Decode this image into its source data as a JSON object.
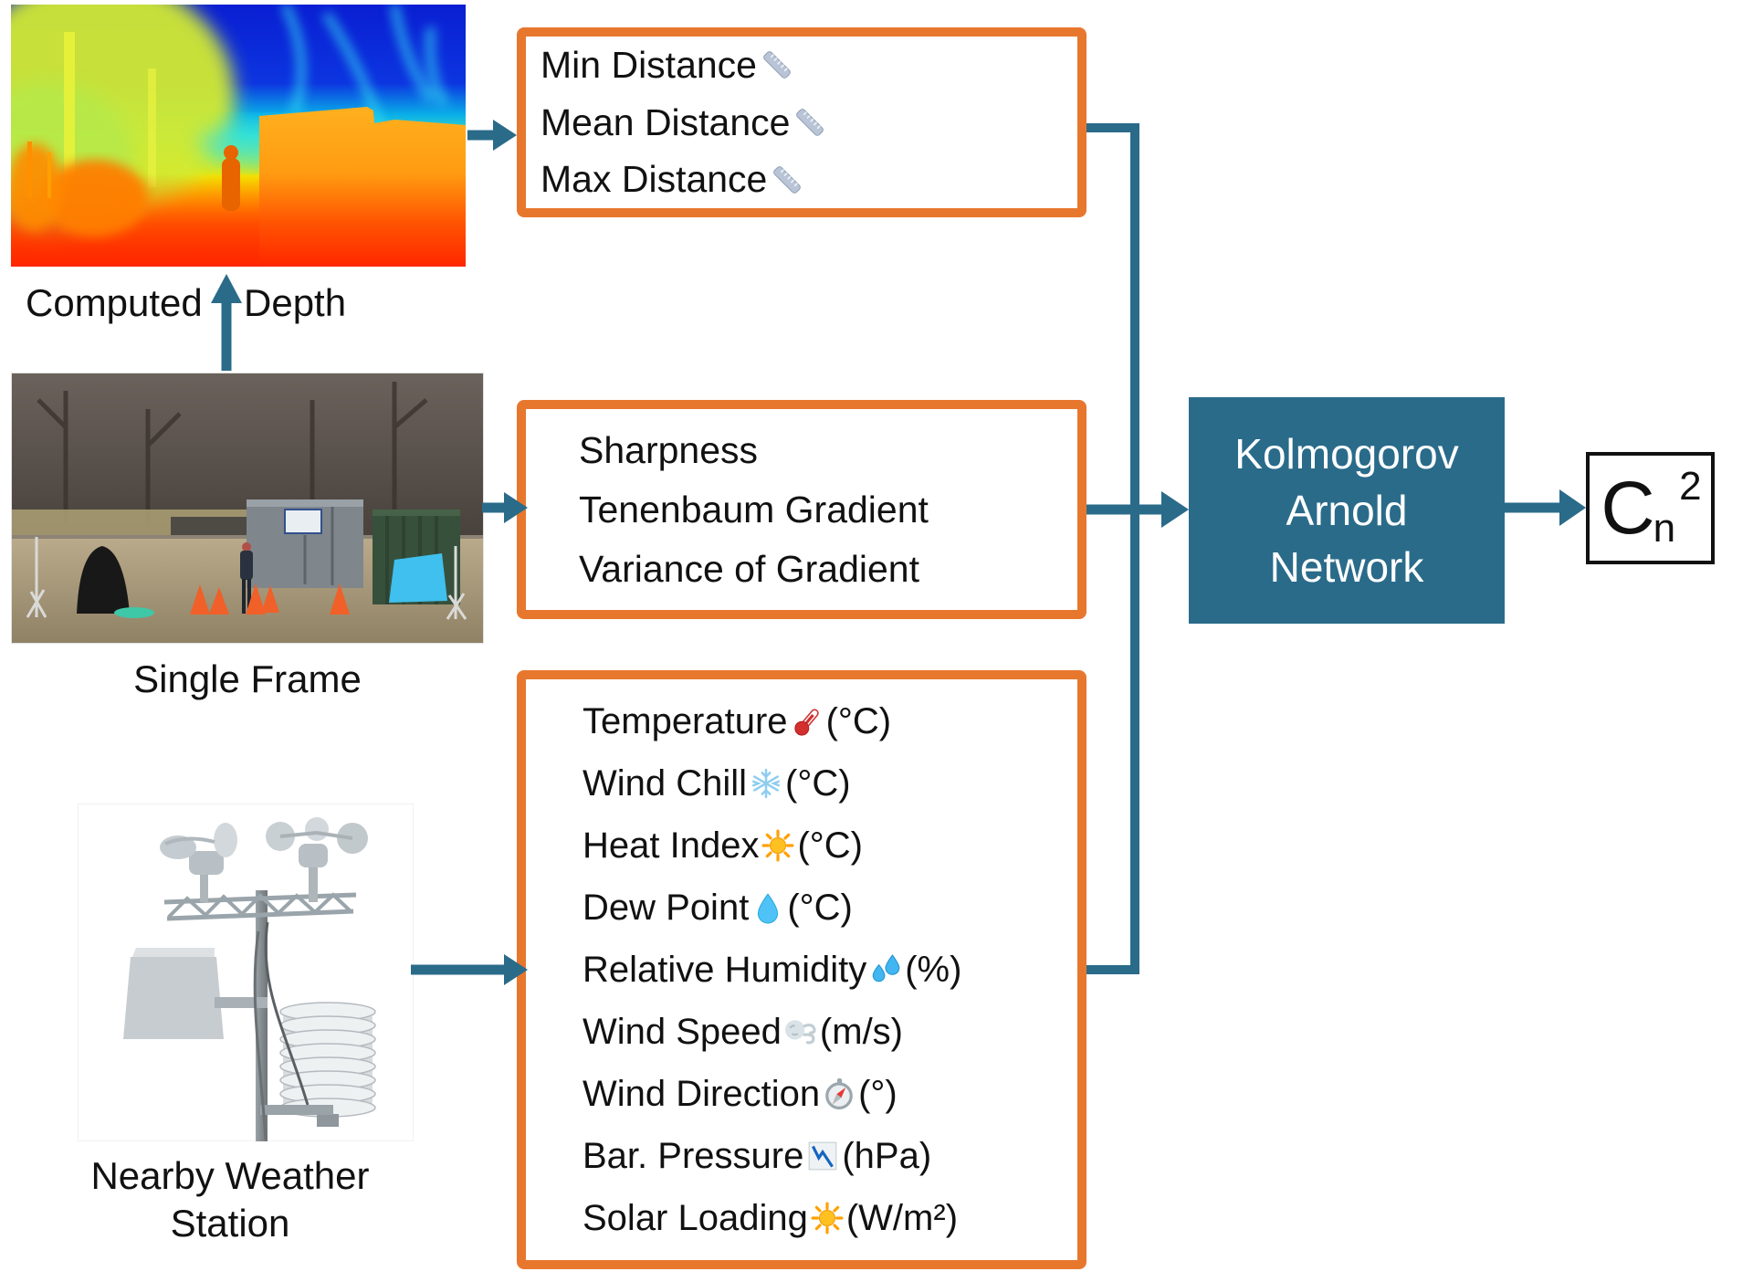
{
  "labels": {
    "computed_left": "Computed",
    "computed_right": "Depth",
    "single_frame": "Single Frame",
    "weather_line1": "Nearby Weather",
    "weather_line2": "Station"
  },
  "distance_box": {
    "items": [
      {
        "label": "Min Distance",
        "icon": "ruler"
      },
      {
        "label": "Mean Distance",
        "icon": "ruler"
      },
      {
        "label": "Max Distance",
        "icon": "ruler"
      }
    ]
  },
  "image_box": {
    "items": [
      {
        "label": "Sharpness"
      },
      {
        "label": "Tenenbaum Gradient"
      },
      {
        "label": "Variance of Gradient"
      }
    ]
  },
  "weather_box": {
    "items": [
      {
        "label": "Temperature",
        "icon": "thermometer",
        "unit": "(°C)"
      },
      {
        "label": "Wind Chill",
        "icon": "snowflake",
        "unit": "(°C)"
      },
      {
        "label": "Heat Index",
        "icon": "sun",
        "unit": "(°C)"
      },
      {
        "label": "Dew Point",
        "icon": "droplet",
        "unit": "(°C)"
      },
      {
        "label": "Relative Humidity",
        "icon": "sweat-droplets",
        "unit": "(%)"
      },
      {
        "label": "Wind Speed",
        "icon": "wind-face",
        "unit": "(m/s)"
      },
      {
        "label": "Wind Direction",
        "icon": "compass",
        "unit": "(°)"
      },
      {
        "label": "Bar. Pressure",
        "icon": "chart-decreasing",
        "unit": "(hPa)"
      },
      {
        "label": "Solar Loading",
        "icon": "sun",
        "unit": "(W/m²)"
      }
    ]
  },
  "kan_box": {
    "line1": "Kolmogorov",
    "line2": "Arnold",
    "line3": "Network"
  },
  "output": {
    "base": "C",
    "subscript": "n",
    "superscript": "2"
  },
  "colors": {
    "accent_orange": "#E8772E",
    "accent_teal": "#2A6B8A"
  }
}
